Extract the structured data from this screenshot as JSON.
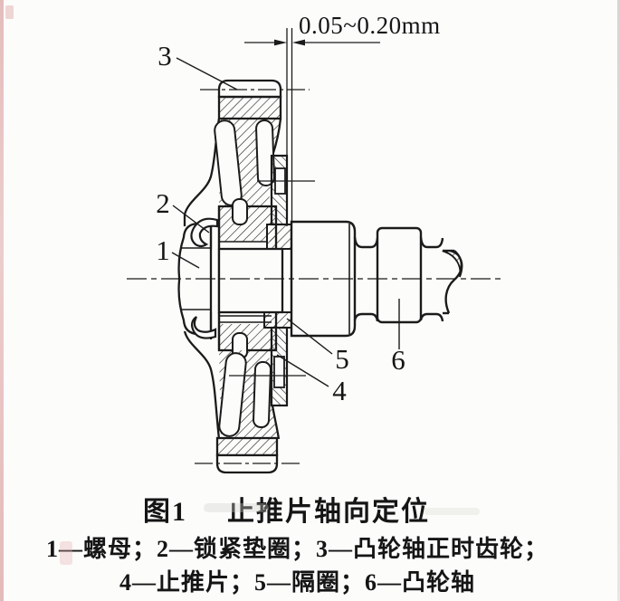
{
  "drawing": {
    "dimension_text": "0.05~0.20mm",
    "callouts": {
      "c1": "1",
      "c2": "2",
      "c3": "3",
      "c4": "4",
      "c5": "5",
      "c6": "6"
    }
  },
  "caption": {
    "figure_label": "图1",
    "title": "止推片轴向定位"
  },
  "legend": {
    "line1": "1—螺母；2—锁紧垫圈；3—凸轮轴正时齿轮；",
    "line2": "4—止推片；5—隔圈；6—凸轮轴",
    "parts": [
      {
        "num": "1",
        "name": "螺母"
      },
      {
        "num": "2",
        "name": "锁紧垫圈"
      },
      {
        "num": "3",
        "name": "凸轮轴正时齿轮"
      },
      {
        "num": "4",
        "name": "止推片"
      },
      {
        "num": "5",
        "name": "隔圈"
      },
      {
        "num": "6",
        "name": "凸轮轴"
      }
    ]
  },
  "colors": {
    "ink": "#1b1b1b",
    "paper": "#fcfcfa"
  }
}
